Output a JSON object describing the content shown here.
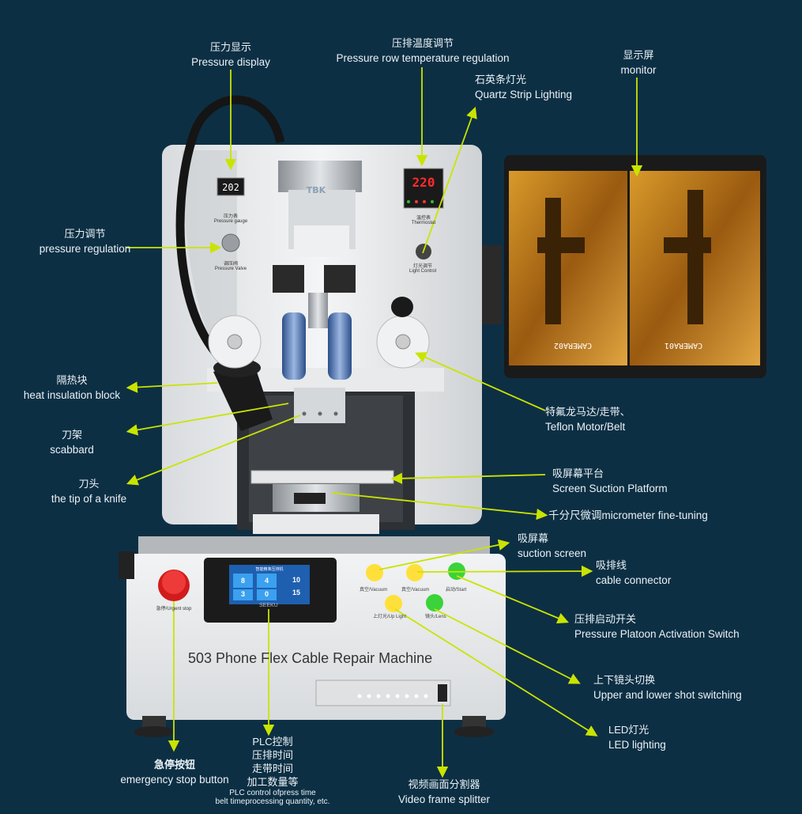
{
  "machine": {
    "title": "503 Phone Flex Cable Repair Machine",
    "brand_logo": "TBK",
    "screen_brand": "SEEKU",
    "pressure_gauge_value": "202",
    "thermostat_value": "220",
    "camera_left": "CAMERA02",
    "camera_right": "CAMERA01",
    "panel": {
      "pressure_gauge_cn": "压力表",
      "pressure_gauge_en": "Pressure gauge",
      "pressure_valve_cn": "调压阀",
      "pressure_valve_en": "Pressure Valve",
      "thermostat_cn": "温控表",
      "thermostat_en": "Thermostat",
      "light_control_cn": "灯光调节",
      "light_control_en": "Light Control",
      "urgent_stop": "急停/Urgent stop",
      "btn_vacuum1": "真空/Vacuum",
      "btn_vacuum2": "真空/Vacuum",
      "btn_start": "启动/Start",
      "btn_up_light": "上灯光/Up Light",
      "btn_lens": "镜头/Lens"
    },
    "plc": {
      "header": "智能精准压排机",
      "cells": [
        "8",
        "4",
        "10",
        "3",
        "0",
        "15"
      ]
    }
  },
  "colors": {
    "background": "#0d2f44",
    "arrow": "#c9e400",
    "label": "#eaf2f6"
  },
  "callouts": {
    "pressure_display": {
      "cn": "压力显示",
      "en": "Pressure display"
    },
    "temp_regulation": {
      "cn": "压排温度调节",
      "en": "Pressure row temperature regulation"
    },
    "quartz_lighting": {
      "cn": "石英条灯光",
      "en": "Quartz Strip Lighting"
    },
    "monitor": {
      "cn": "显示屏",
      "en": "monitor"
    },
    "pressure_regulation": {
      "cn": "压力调节",
      "en": "pressure regulation"
    },
    "heat_insulation": {
      "cn": "隔热块",
      "en": "heat insulation block"
    },
    "scabbard": {
      "cn": "刀架",
      "en": "scabbard"
    },
    "knife_tip": {
      "cn": "刀头",
      "en": "the tip of a knife"
    },
    "teflon_motor": {
      "cn": "特氟龙马达/走带、",
      "en": "Teflon Motor/Belt"
    },
    "screen_suction": {
      "cn": "吸屏幕平台",
      "en": "Screen Suction Platform"
    },
    "micrometer": {
      "text": "千分尺微调micrometer fine-tuning"
    },
    "suction_screen": {
      "cn": "吸屏幕",
      "en": "suction screen"
    },
    "cable_connector": {
      "cn": "吸排线",
      "en": "cable connector"
    },
    "activation_switch": {
      "cn": "压排启动开关",
      "en": "Pressure Platoon Activation Switch"
    },
    "shot_switching": {
      "cn": "上下镜头切换",
      "en": "Upper and lower shot switching"
    },
    "led_lighting": {
      "cn": "LED灯光",
      "en": "LED lighting"
    },
    "plc_control": {
      "lines": [
        "PLC控制",
        "压排时间",
        "走带时间",
        "加工数量等"
      ],
      "en1": "PLC control ofpress time",
      "en2": "belt timeprocessing quantity, etc."
    },
    "emergency_stop": {
      "cn": "急停按钮",
      "en": "emergency stop button"
    },
    "video_splitter": {
      "cn": "视频画面分割器",
      "en": "Video frame splitter"
    }
  }
}
